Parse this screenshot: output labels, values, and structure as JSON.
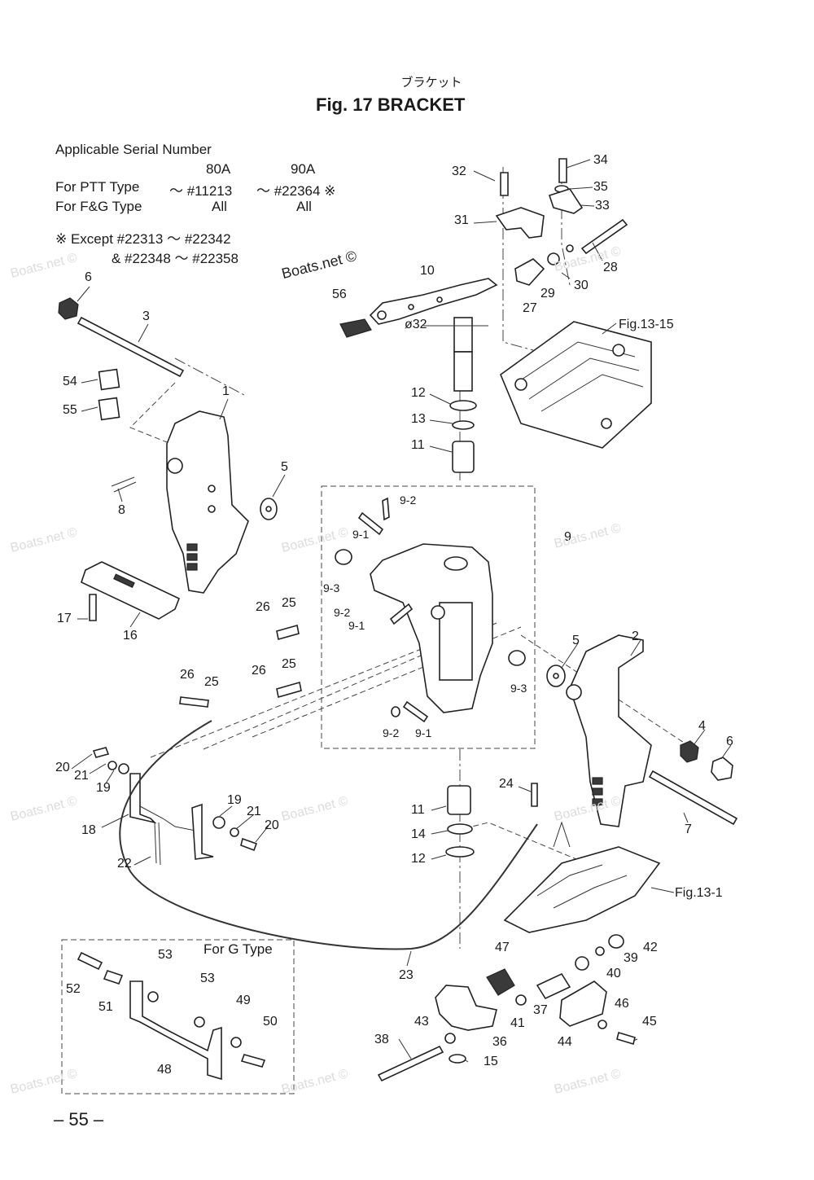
{
  "header": {
    "subtitle_jp": "ブラケット",
    "title": "Fig. 17   BRACKET"
  },
  "serial_table": {
    "heading": "Applicable Serial Number",
    "col_80a": "80A",
    "col_90a": "90A",
    "ptt_label": "For PTT Type",
    "ptt_80a": "～ #11213",
    "ptt_90a": "～ #22364 ※",
    "fg_label": "For F&G Type",
    "fg_80a": "All",
    "fg_90a": "All",
    "except_line1": "※ Except  #22313 ～ #22342",
    "except_line2": "&  #22348 ～ #22358"
  },
  "watermark": "Boats.net ©",
  "parts": {
    "p1": "1",
    "p2": "2",
    "p3": "3",
    "p4": "4",
    "p5a": "5",
    "p5b": "5",
    "p6a": "6",
    "p6b": "6",
    "p7": "7",
    "p8": "8",
    "p9": "9",
    "p9_1a": "9-1",
    "p9_1b": "9-1",
    "p9_1c": "9-1",
    "p9_2a": "9-2",
    "p9_2b": "9-2",
    "p9_2c": "9-2",
    "p9_3a": "9-3",
    "p9_3b": "9-3",
    "p10": "10",
    "p11a": "11",
    "p11b": "11",
    "p12a": "12",
    "p12b": "12",
    "p13": "13",
    "p14": "14",
    "p15": "15",
    "p16": "16",
    "p17": "17",
    "p18": "18",
    "p19a": "19",
    "p19b": "19",
    "p20a": "20",
    "p20b": "20",
    "p21a": "21",
    "p21b": "21",
    "p22": "22",
    "p23": "23",
    "p24": "24",
    "p25a": "25",
    "p25b": "25",
    "p25c": "25",
    "p26a": "26",
    "p26b": "26",
    "p26c": "26",
    "p27": "27",
    "p28": "28",
    "p29": "29",
    "p30": "30",
    "p31": "31",
    "p32": "32",
    "p33": "33",
    "p34": "34",
    "p35": "35",
    "p36": "36",
    "p37": "37",
    "p38": "38",
    "p39": "39",
    "p40": "40",
    "p41": "41",
    "p42": "42",
    "p43": "43",
    "p44": "44",
    "p45": "45",
    "p46": "46",
    "p47": "47",
    "p48": "48",
    "p49": "49",
    "p50": "50",
    "p51": "51",
    "p52": "52",
    "p53a": "53",
    "p53b": "53",
    "p54": "54",
    "p55": "55",
    "p56": "56"
  },
  "refs": {
    "fig13_15": "Fig.13-15",
    "fig13_1": "Fig.13-1",
    "dia32": "ø32"
  },
  "g_type_box": {
    "title": "For G Type"
  },
  "footer": {
    "page_number": "– 55 –"
  }
}
